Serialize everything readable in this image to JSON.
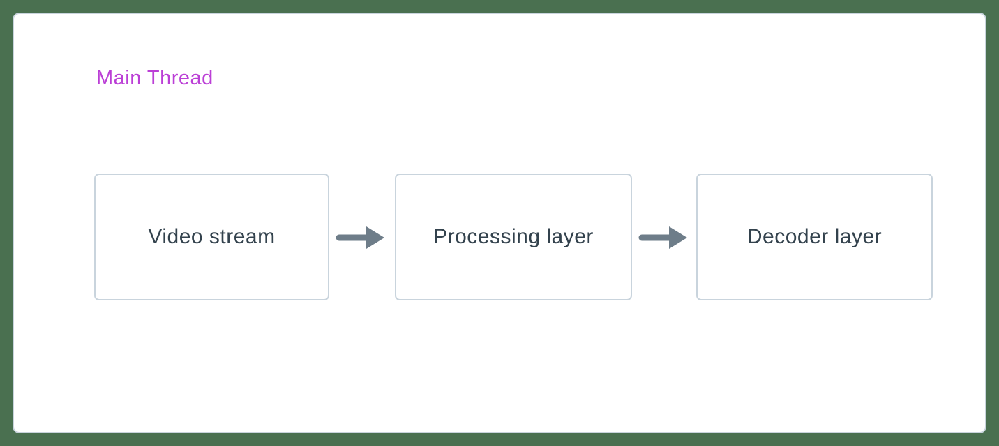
{
  "diagram": {
    "type": "flowchart",
    "title": "Main Thread",
    "nodes": [
      {
        "id": "video-stream",
        "label": "Video stream"
      },
      {
        "id": "processing-layer",
        "label": "Processing layer"
      },
      {
        "id": "decoder-layer",
        "label": "Decoder layer"
      }
    ],
    "edges": [
      {
        "from": "video-stream",
        "to": "processing-layer",
        "style": "arrow-right"
      },
      {
        "from": "processing-layer",
        "to": "decoder-layer",
        "style": "arrow-right"
      }
    ],
    "colors": {
      "background": "#4a7050",
      "card_background": "#ffffff",
      "card_border": "#c9d4dd",
      "node_border": "#c9d4dd",
      "node_text": "#33424d",
      "title_text": "#bb3fd6",
      "arrow": "#6e7d89"
    }
  }
}
